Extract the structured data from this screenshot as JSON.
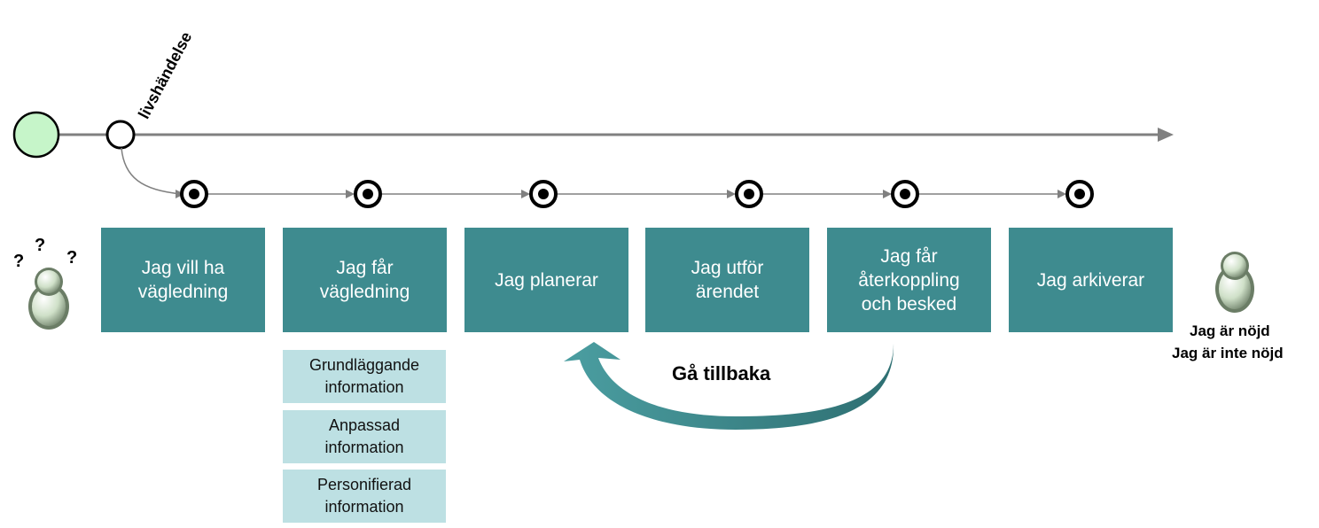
{
  "event_label": "livshändelse",
  "steps": [
    {
      "label": "Jag vill  ha\nvägledning"
    },
    {
      "label": "Jag får\nvägledning"
    },
    {
      "label": "Jag planerar"
    },
    {
      "label": "Jag utför\närendet"
    },
    {
      "label": "Jag får\nåterkoppling\noch besked"
    },
    {
      "label": "Jag arkiverar"
    }
  ],
  "sub_items": [
    {
      "label": "Grundläggande\ninformation"
    },
    {
      "label": "Anpassad\ninformation"
    },
    {
      "label": "Personifierad\ninformation"
    }
  ],
  "back_label": "Gå tillbaka",
  "question_marks": [
    "?",
    "?",
    "?"
  ],
  "outcomes": [
    "Jag är nöjd",
    "Jag är inte nöjd"
  ],
  "icons": {
    "start": "start-circle-icon",
    "event": "event-circle-icon",
    "milestone": "milestone-dot-icon",
    "person": "person-icon",
    "back_arrow": "curved-arrow-icon"
  },
  "colors": {
    "step_fill": "#3e8b8f",
    "sub_fill": "#bde0e3",
    "start_fill": "#c6f5c9",
    "timeline": "#808080",
    "arrow_dark": "#2e6f72"
  }
}
